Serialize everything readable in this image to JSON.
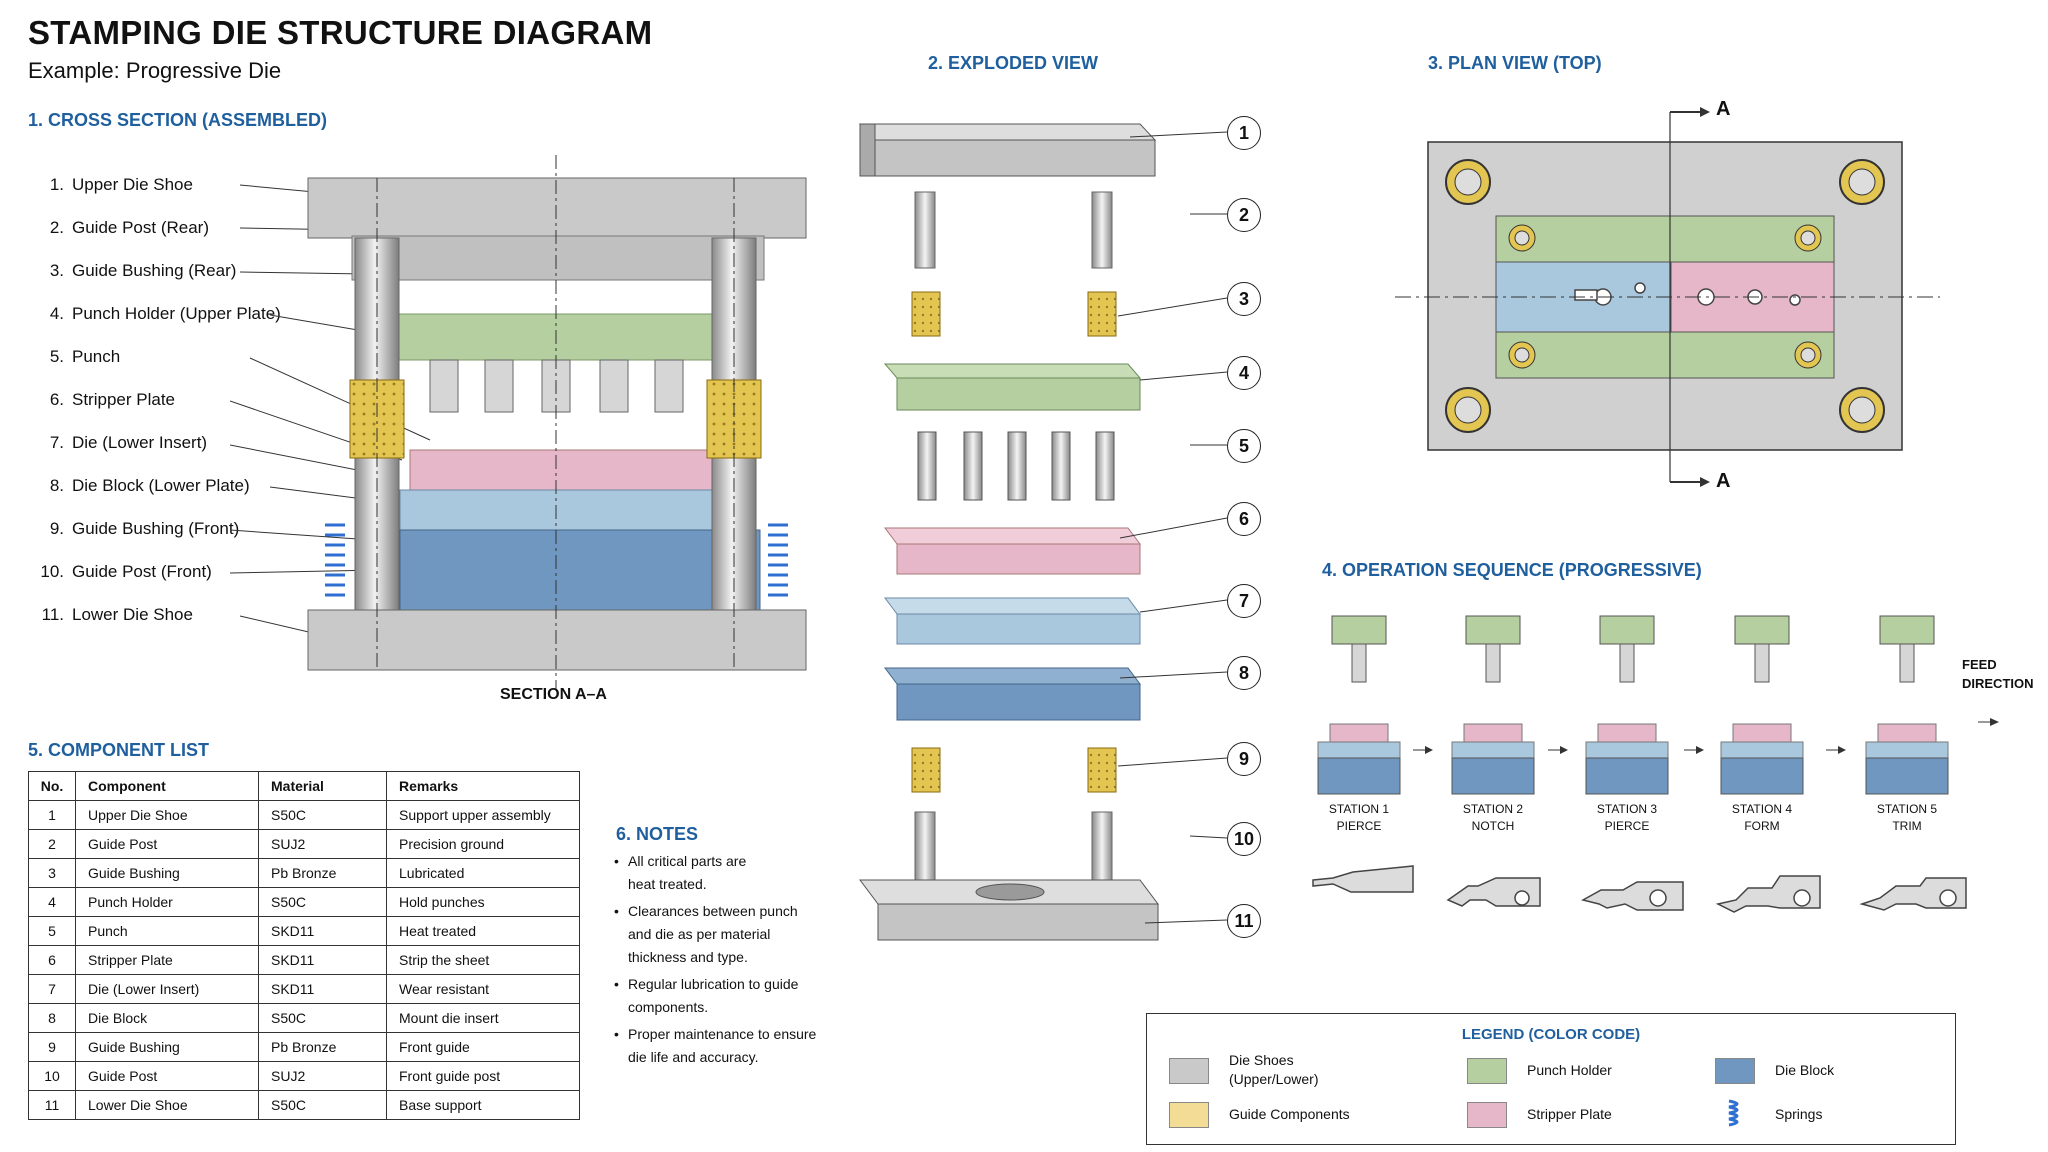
{
  "title": "STAMPING DIE STRUCTURE DIAGRAM",
  "subtitle": "Example: Progressive Die",
  "sections": {
    "cross": "1. CROSS SECTION (ASSEMBLED)",
    "exploded": "2. EXPLODED VIEW",
    "plan": "3. PLAN VIEW (TOP)",
    "operation": "4. OPERATION SEQUENCE (PROGRESSIVE)",
    "components": "5. COMPONENT LIST",
    "notes": "6. NOTES"
  },
  "parts": [
    {
      "num": "1.",
      "name": "Upper Die Shoe"
    },
    {
      "num": "2.",
      "name": "Guide Post (Rear)"
    },
    {
      "num": "3.",
      "name": "Guide Bushing (Rear)"
    },
    {
      "num": "4.",
      "name": "Punch Holder (Upper Plate)"
    },
    {
      "num": "5.",
      "name": "Punch"
    },
    {
      "num": "6.",
      "name": "Stripper Plate"
    },
    {
      "num": "7.",
      "name": "Die (Lower Insert)"
    },
    {
      "num": "8.",
      "name": "Die Block (Lower Plate)"
    },
    {
      "num": "9.",
      "name": "Guide Bushing (Front)"
    },
    {
      "num": "10.",
      "name": "Guide Post (Front)"
    },
    {
      "num": "11.",
      "name": "Lower Die Shoe"
    }
  ],
  "section_label": "SECTION A–A",
  "plan_markers": {
    "top": "A",
    "bottom": "A"
  },
  "exploded_callouts": [
    "1",
    "2",
    "3",
    "4",
    "5",
    "6",
    "7",
    "8",
    "9",
    "10",
    "11"
  ],
  "stations": [
    {
      "name": "STATION 1",
      "op": "PIERCE"
    },
    {
      "name": "STATION 2",
      "op": "NOTCH"
    },
    {
      "name": "STATION 3",
      "op": "PIERCE"
    },
    {
      "name": "STATION 4",
      "op": "FORM"
    },
    {
      "name": "STATION 5",
      "op": "TRIM"
    }
  ],
  "feed_direction": [
    "FEED",
    "DIRECTION"
  ],
  "component_table": {
    "headers": [
      "No.",
      "Component",
      "Material",
      "Remarks"
    ],
    "rows": [
      [
        "1",
        "Upper Die Shoe",
        "S50C",
        "Support upper assembly"
      ],
      [
        "2",
        "Guide Post",
        "SUJ2",
        "Precision ground"
      ],
      [
        "3",
        "Guide Bushing",
        "Pb Bronze",
        "Lubricated"
      ],
      [
        "4",
        "Punch Holder",
        "S50C",
        "Hold punches"
      ],
      [
        "5",
        "Punch",
        "SKD11",
        "Heat treated"
      ],
      [
        "6",
        "Stripper Plate",
        "SKD11",
        "Strip the sheet"
      ],
      [
        "7",
        "Die (Lower Insert)",
        "SKD11",
        "Wear resistant"
      ],
      [
        "8",
        "Die Block",
        "S50C",
        "Mount die insert"
      ],
      [
        "9",
        "Guide Bushing",
        "Pb Bronze",
        "Front guide"
      ],
      [
        "10",
        "Guide Post",
        "SUJ2",
        "Front guide post"
      ],
      [
        "11",
        "Lower Die Shoe",
        "S50C",
        "Base support"
      ]
    ]
  },
  "notes": [
    [
      "All critical parts are",
      "heat treated."
    ],
    [
      "Clearances between punch",
      "and die as per material",
      "thickness and type."
    ],
    [
      "Regular lubrication to guide",
      "components."
    ],
    [
      "Proper maintenance to ensure",
      "die life and accuracy."
    ]
  ],
  "legend": {
    "title": "LEGEND (COLOR CODE)",
    "die_shoes": [
      "Die Shoes",
      "(Upper/Lower)"
    ],
    "punch_holder": "Punch Holder",
    "die_block": "Die Block",
    "guide_components": "Guide Components",
    "stripper_plate": "Stripper Plate",
    "springs": "Springs"
  },
  "colors": {
    "die_shoe": "#c9c9c9",
    "punch_holder": "#b5cfa0",
    "die_block": "#6f97bf",
    "die_insert": "#a9c8de",
    "guide": "#e3c552",
    "stripper": "#e6b7c8",
    "spring": "#2e6fd1",
    "heading": "#1f5f9e"
  }
}
